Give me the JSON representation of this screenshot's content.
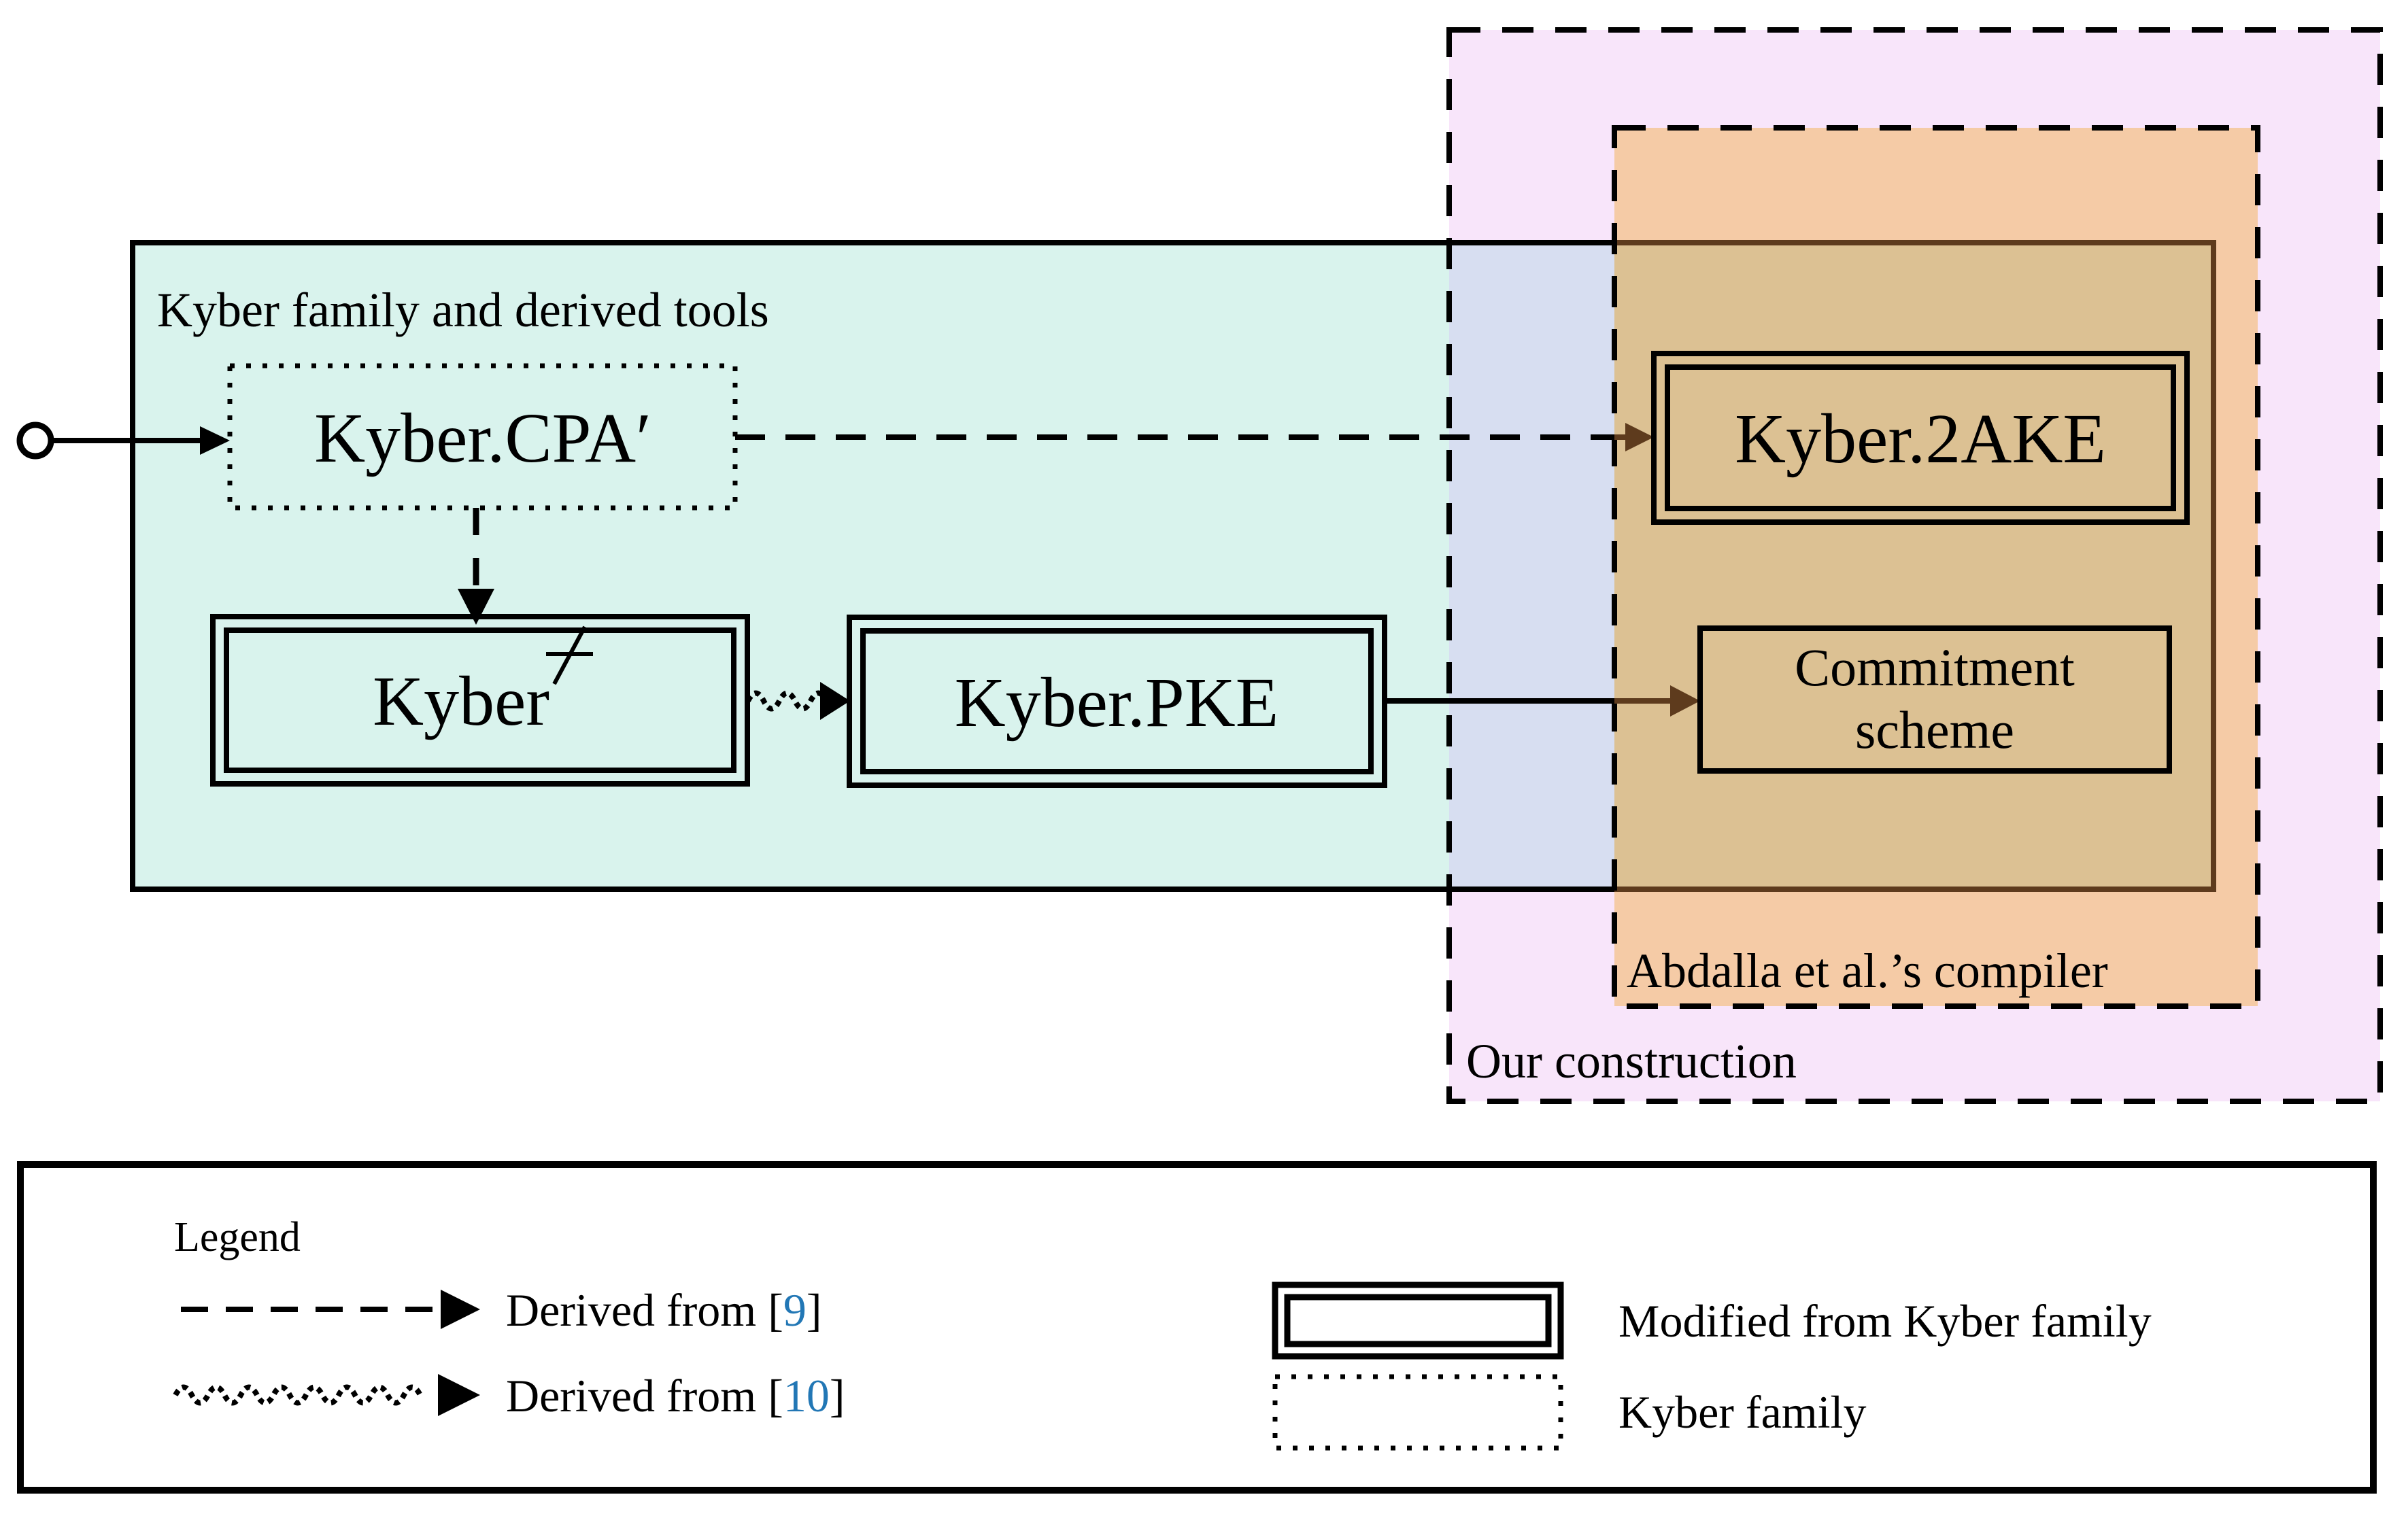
{
  "diagram": {
    "kyber_family_box": {
      "label": "Kyber family and derived tools"
    },
    "our_construction_box": {
      "label": "Our construction"
    },
    "compiler_box": {
      "label": "Abdalla et al.’s compiler"
    },
    "nodes": {
      "kyber_cpa": {
        "label": "Kyber.CPA′"
      },
      "kyber_nr": {
        "base": "Kyber",
        "superscript_symbol": "⌿"
      },
      "kyber_pke": {
        "label": "Kyber.PKE"
      },
      "kyber_2ake": {
        "label": "Kyber.2AKE"
      },
      "commitment": {
        "line1": "Commitment",
        "line2": "scheme"
      }
    },
    "colors": {
      "kyber_family_fill": "#d9f3ed",
      "our_construction_fill": "#f8e5fa",
      "overlap_family_construction_fill": "#d7def1",
      "compiler_fill": "#f5cba6",
      "overlap_family_compiler_fill": "#dcc193",
      "tinted_line": "#5e3b1d",
      "reference_blue": "#2277b5"
    }
  },
  "legend": {
    "title": "Legend",
    "arrow_rows": [
      {
        "style": "dashed-arrow",
        "prefix": "Derived from [",
        "ref": "9",
        "suffix": "]"
      },
      {
        "style": "wavy-arrow",
        "prefix": "Derived from [",
        "ref": "10",
        "suffix": "]"
      }
    ],
    "box_rows": [
      {
        "style": "double-box",
        "label": "Modified from Kyber family"
      },
      {
        "style": "dotted-box",
        "label": "Kyber family"
      }
    ]
  }
}
